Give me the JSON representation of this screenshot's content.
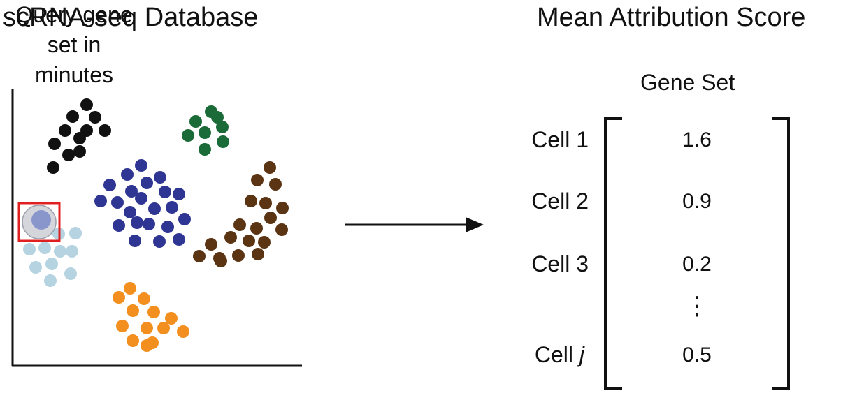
{
  "left_panel": {
    "title": "scRNA-seq Database",
    "clusters": [
      {
        "name": "black",
        "color": "#111111"
      },
      {
        "name": "green",
        "color": "#1a6b38"
      },
      {
        "name": "blue",
        "color": "#2e3592"
      },
      {
        "name": "brown",
        "color": "#5a3413"
      },
      {
        "name": "light-blue",
        "color": "#b5d3e1"
      },
      {
        "name": "orange",
        "color": "#f28f1e"
      }
    ],
    "highlight": {
      "box_color": "#e02020",
      "cell_outer_color": "#d4d6dc",
      "cell_inner_color": "#8896cc"
    }
  },
  "arrow": {
    "label_lines": [
      "Query gene",
      "set in",
      "minutes"
    ]
  },
  "right_panel": {
    "title": "Mean Attribution Score",
    "column_header": "Gene Set",
    "rows": [
      {
        "label_prefix": "Cell ",
        "label_suffix": "1",
        "italic": false,
        "value": "1.6"
      },
      {
        "label_prefix": "Cell ",
        "label_suffix": "2",
        "italic": false,
        "value": "0.9"
      },
      {
        "label_prefix": "Cell ",
        "label_suffix": "3",
        "italic": false,
        "value": "0.2"
      },
      {
        "label_prefix": "Cell ",
        "label_suffix": "j",
        "italic": true,
        "value": "0.5"
      }
    ],
    "ellipsis": "⋮"
  }
}
